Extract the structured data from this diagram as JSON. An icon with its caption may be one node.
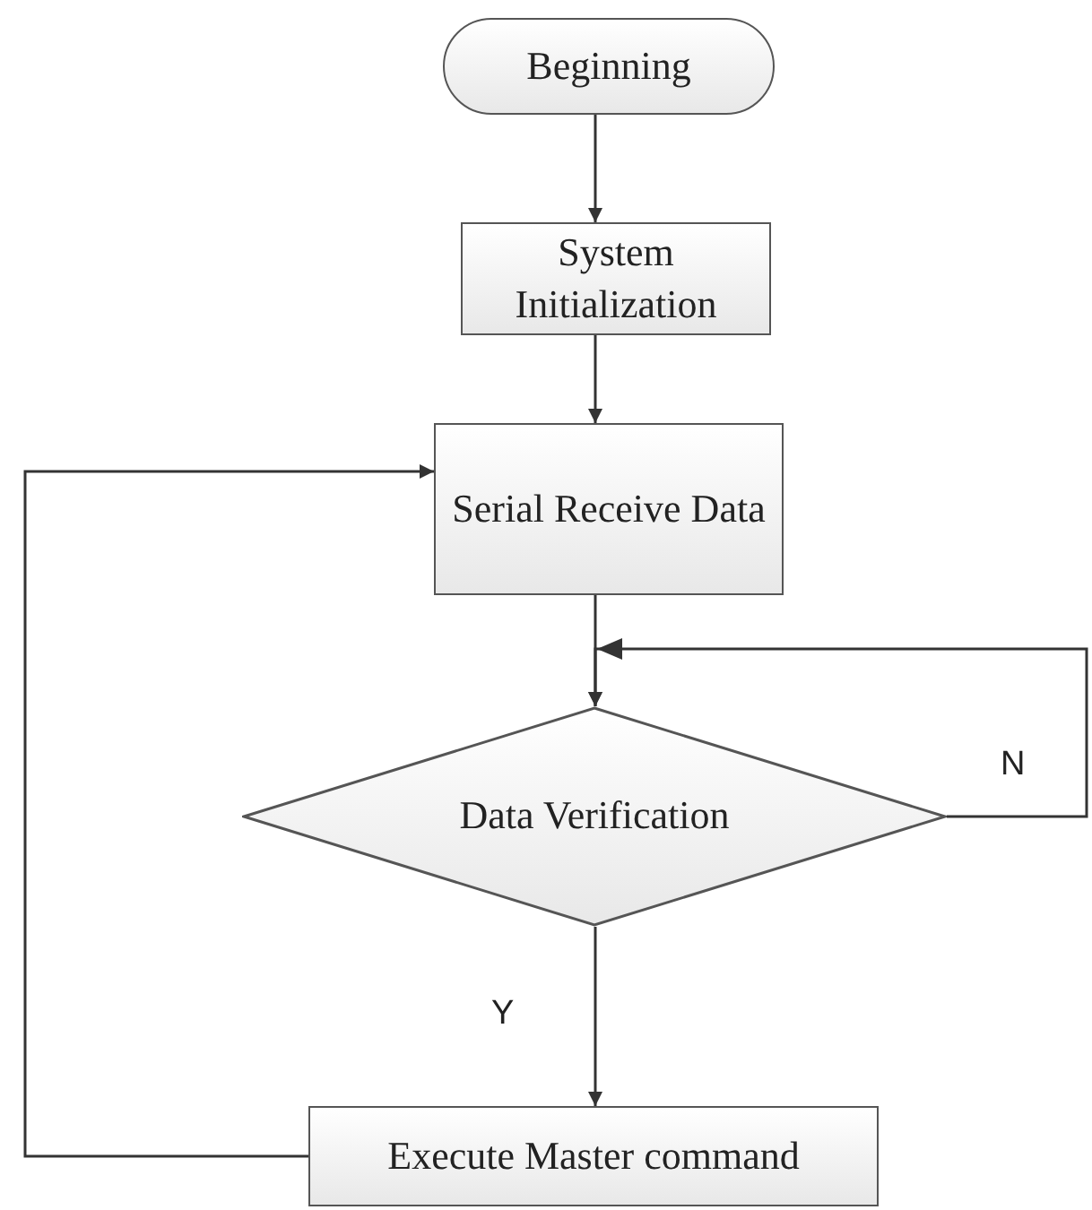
{
  "diagram": {
    "nodes": [
      {
        "text": [
          "Beginning"
        ]
      },
      {
        "text": [
          "System Initialization"
        ]
      },
      {
        "text": [
          "Serial Receive Data"
        ]
      },
      {
        "text": [
          "Data Verification"
        ]
      },
      {
        "text": [
          "Execute Master command"
        ]
      }
    ],
    "edges": [
      {
        "from": 0,
        "to": 1,
        "arrow": "to"
      },
      {
        "from": 1,
        "to": 2,
        "arrow": "to"
      },
      {
        "from": 2,
        "to": 3,
        "arrow": "to"
      },
      {
        "from": 3,
        "to": 4,
        "arrow": "to",
        "label": "Y"
      },
      {
        "from": 4,
        "to": 2,
        "arrow": "to"
      },
      {
        "from": 3,
        "to": 3,
        "arrow": "to",
        "label": "N"
      }
    ]
  }
}
